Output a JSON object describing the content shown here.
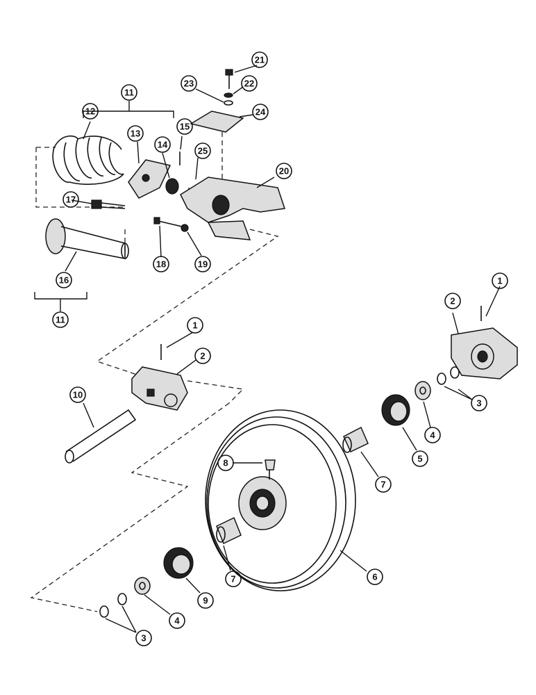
{
  "diagram": {
    "callouts": [
      {
        "id": "c1a",
        "label": "1"
      },
      {
        "id": "c1b",
        "label": "1"
      },
      {
        "id": "c2a",
        "label": "2"
      },
      {
        "id": "c2b",
        "label": "2"
      },
      {
        "id": "c3a",
        "label": "3"
      },
      {
        "id": "c3b",
        "label": "3"
      },
      {
        "id": "c4a",
        "label": "4"
      },
      {
        "id": "c4b",
        "label": "4"
      },
      {
        "id": "c5",
        "label": "5"
      },
      {
        "id": "c6",
        "label": "6"
      },
      {
        "id": "c7a",
        "label": "7"
      },
      {
        "id": "c7b",
        "label": "7"
      },
      {
        "id": "c8",
        "label": "8"
      },
      {
        "id": "c9",
        "label": "9"
      },
      {
        "id": "c10",
        "label": "10"
      },
      {
        "id": "c11a",
        "label": "11"
      },
      {
        "id": "c11b",
        "label": "11"
      },
      {
        "id": "c12",
        "label": "12"
      },
      {
        "id": "c13",
        "label": "13"
      },
      {
        "id": "c14",
        "label": "14"
      },
      {
        "id": "c15",
        "label": "15"
      },
      {
        "id": "c16",
        "label": "16"
      },
      {
        "id": "c17",
        "label": "17"
      },
      {
        "id": "c18",
        "label": "18"
      },
      {
        "id": "c19",
        "label": "19"
      },
      {
        "id": "c20",
        "label": "20"
      },
      {
        "id": "c21",
        "label": "21"
      },
      {
        "id": "c22",
        "label": "22"
      },
      {
        "id": "c23",
        "label": "23"
      },
      {
        "id": "c24",
        "label": "24"
      },
      {
        "id": "c25",
        "label": "25"
      }
    ]
  }
}
